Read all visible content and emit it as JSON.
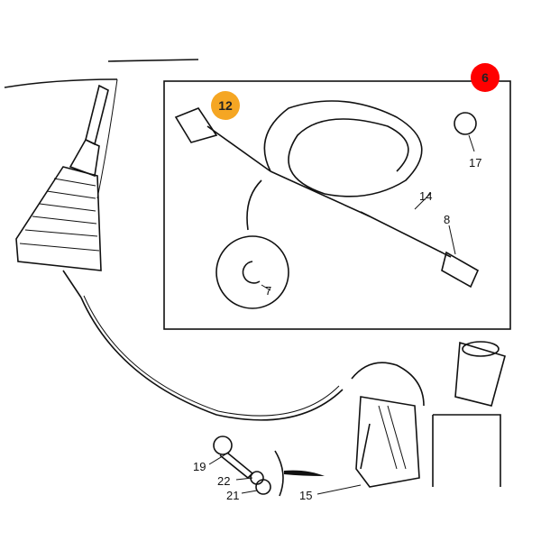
{
  "hotspots": [
    {
      "label": "6",
      "color": "#ff0000"
    },
    {
      "label": "12",
      "color": "#f5a623"
    }
  ],
  "callouts": [
    "17",
    "14",
    "8",
    "7",
    "19",
    "22",
    "21",
    "15"
  ]
}
